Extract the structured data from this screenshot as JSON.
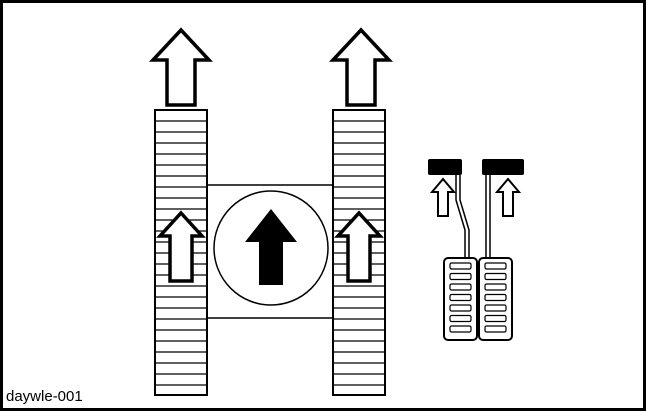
{
  "figure": {
    "caption": "daywle-001",
    "stroke_color": "#000000",
    "fill_color": "#ffffff",
    "parts": [
      "left-track",
      "right-track",
      "machine-body",
      "direction-indicator",
      "left-pedal",
      "right-pedal",
      "left-control-lever",
      "right-control-lever"
    ]
  }
}
